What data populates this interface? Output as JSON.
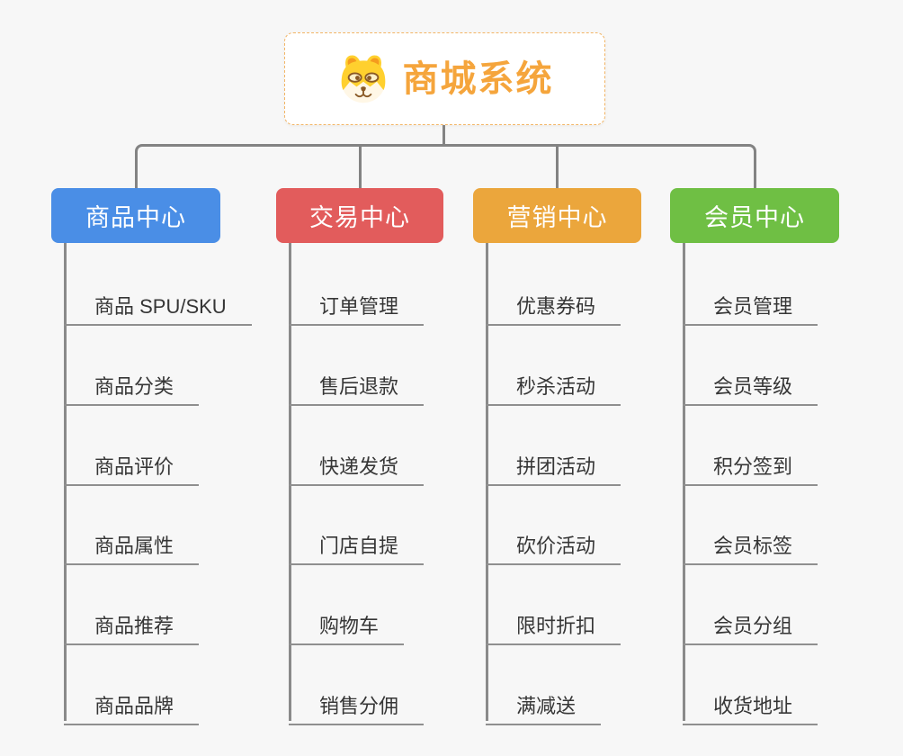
{
  "root": {
    "title": "商城系统",
    "icon": "dog-face-icon",
    "accent_color": "#f5a53c",
    "border_color": "#f2b566"
  },
  "colors": {
    "background": "#f7f7f7",
    "connector": "#838383",
    "item_text": "#363636",
    "item_underline": "#8f8f8f"
  },
  "branches": [
    {
      "id": "product-center",
      "label": "商品中心",
      "color": "#4a8ee6",
      "items": [
        "商品 SPU/SKU",
        "商品分类",
        "商品评价",
        "商品属性",
        "商品推荐",
        "商品品牌"
      ]
    },
    {
      "id": "trade-center",
      "label": "交易中心",
      "color": "#e25c5c",
      "items": [
        "订单管理",
        "售后退款",
        "快递发货",
        "门店自提",
        "购物车",
        "销售分佣"
      ]
    },
    {
      "id": "marketing-center",
      "label": "营销中心",
      "color": "#eba63c",
      "items": [
        "优惠券码",
        "秒杀活动",
        "拼团活动",
        "砍价活动",
        "限时折扣",
        "满减送"
      ]
    },
    {
      "id": "member-center",
      "label": "会员中心",
      "color": "#6fbf44",
      "items": [
        "会员管理",
        "会员等级",
        "积分签到",
        "会员标签",
        "会员分组",
        "收货地址"
      ]
    }
  ]
}
